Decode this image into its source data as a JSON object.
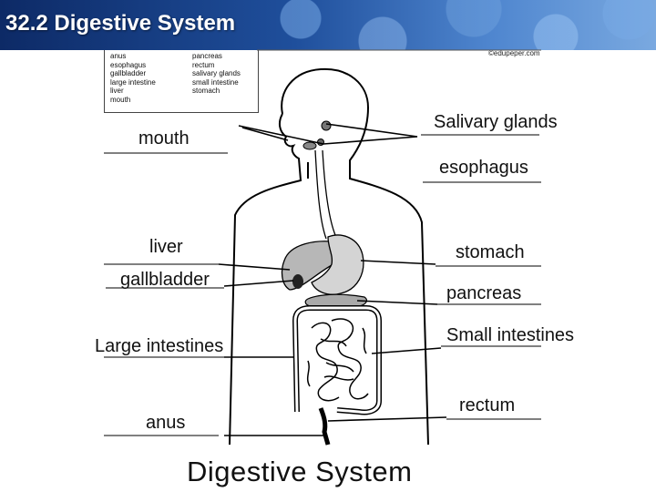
{
  "title": "32.2 Digestive System",
  "legend": {
    "left": [
      "anus",
      "esophagus",
      "gallbladder",
      "large intestine",
      "liver",
      "mouth"
    ],
    "right": [
      "pancreas",
      "rectum",
      "salivary glands",
      "small intestine",
      "stomach"
    ]
  },
  "credit": "©edupeper.com",
  "labels": {
    "mouth": "mouth",
    "salivary": "Salivary glands",
    "esophagus": "esophagus",
    "liver": "liver",
    "gallbladder": "gallbladder",
    "stomach": "stomach",
    "pancreas": "pancreas",
    "large_intestines": "Large intestines",
    "small_intestines": "Small intestines",
    "anus": "anus",
    "rectum": "rectum"
  },
  "diagram_title": "Digestive System"
}
